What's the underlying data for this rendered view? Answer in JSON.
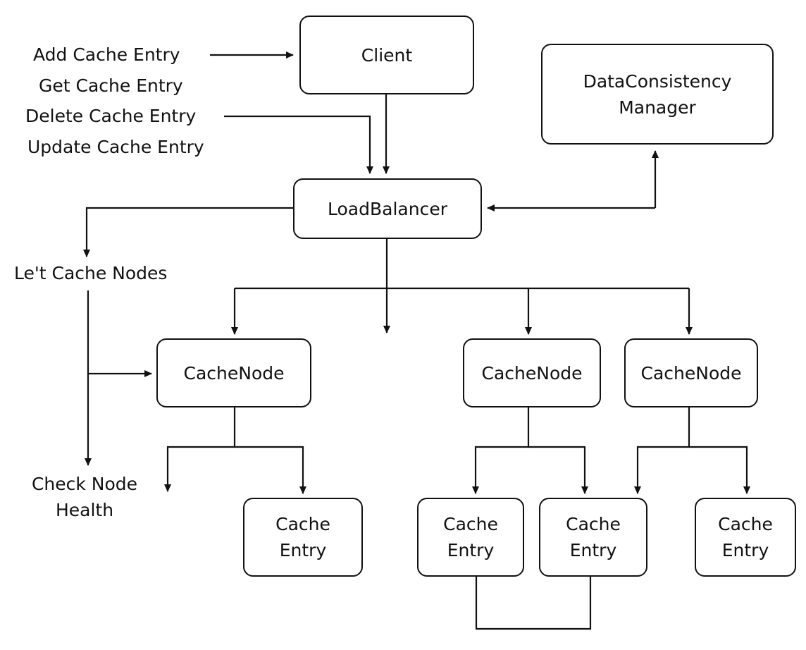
{
  "nodes": {
    "client": "Client",
    "dcm_line1": "DataConsistency",
    "dcm_line2": "Manager",
    "loadbalancer": "LoadBalancer",
    "cachenode_1": "CacheNode",
    "cachenode_2": "CacheNode",
    "cachenode_3": "CacheNode",
    "cache_entry_1": {
      "line1": "Cache",
      "line2": "Entry"
    },
    "cache_entry_2": {
      "line1": "Cache",
      "line2": "Entry"
    },
    "cache_entry_3": {
      "line1": "Cache",
      "line2": "Entry"
    },
    "cache_entry_4": {
      "line1": "Cache",
      "line2": "Entry"
    }
  },
  "operations": {
    "add": "Add Cache Entry",
    "get": "Get Cache Entry",
    "delete": "Delete Cache Entry",
    "update": "Update Cache Entry"
  },
  "side_labels": {
    "list_nodes": "Le't Cache Nodes",
    "check_health_line1": "Check Node",
    "check_health_line2": "Health"
  },
  "stroke_color": "#111111"
}
